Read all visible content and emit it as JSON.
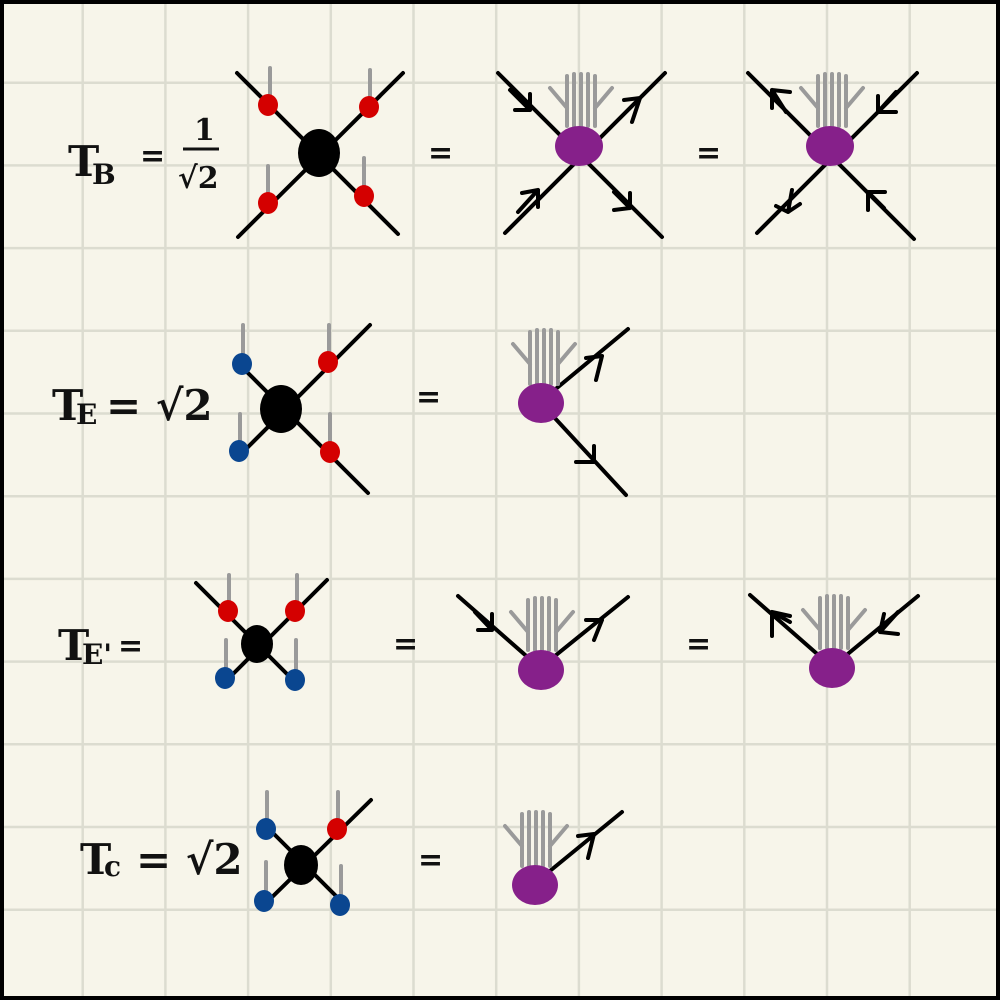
{
  "colors": {
    "background": "#f7f5ea",
    "grid": "#dcdcd0",
    "core_tensor": "#000000",
    "red_tensor": "#d40000",
    "blue_tensor": "#0a4690",
    "fused_tensor": "#86208a",
    "physical_leg": "#9a9a9a",
    "border": "#000000"
  },
  "rows": [
    {
      "label_main": "T",
      "label_sub": "B",
      "prefactor": "= 1/√2",
      "prefactor_num": "1",
      "prefactor_den": "√2",
      "equals": [
        "=",
        "="
      ]
    },
    {
      "label_main": "T",
      "label_sub": "E",
      "prefactor": "= √2",
      "equals": [
        "="
      ]
    },
    {
      "label_main": "T",
      "label_sub": "E'",
      "prefactor": "=",
      "equals": [
        "=",
        "="
      ]
    },
    {
      "label_main": "T",
      "label_sub": "c",
      "prefactor": "= √2",
      "equals": [
        "="
      ]
    }
  ]
}
